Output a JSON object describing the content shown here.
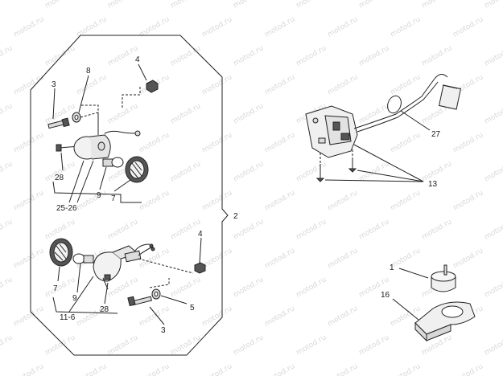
{
  "watermark": "motod.ru",
  "labels": {
    "bolt_top": "3",
    "washer_top": "8",
    "nut_top": "4",
    "screw_top": "28",
    "lens_top": "7",
    "bulb_top": "9",
    "housing_top": "25-26",
    "assembly": "2",
    "nut_bottom": "4",
    "washer_bottom": "5",
    "bolt_bottom": "3",
    "screw_bottom": "28",
    "lens_bottom": "7",
    "bulb_bottom": "9",
    "housing_bottom": "11-6",
    "switch_cable": "27",
    "switch_screws": "13",
    "cap": "1",
    "bracket": "16"
  }
}
